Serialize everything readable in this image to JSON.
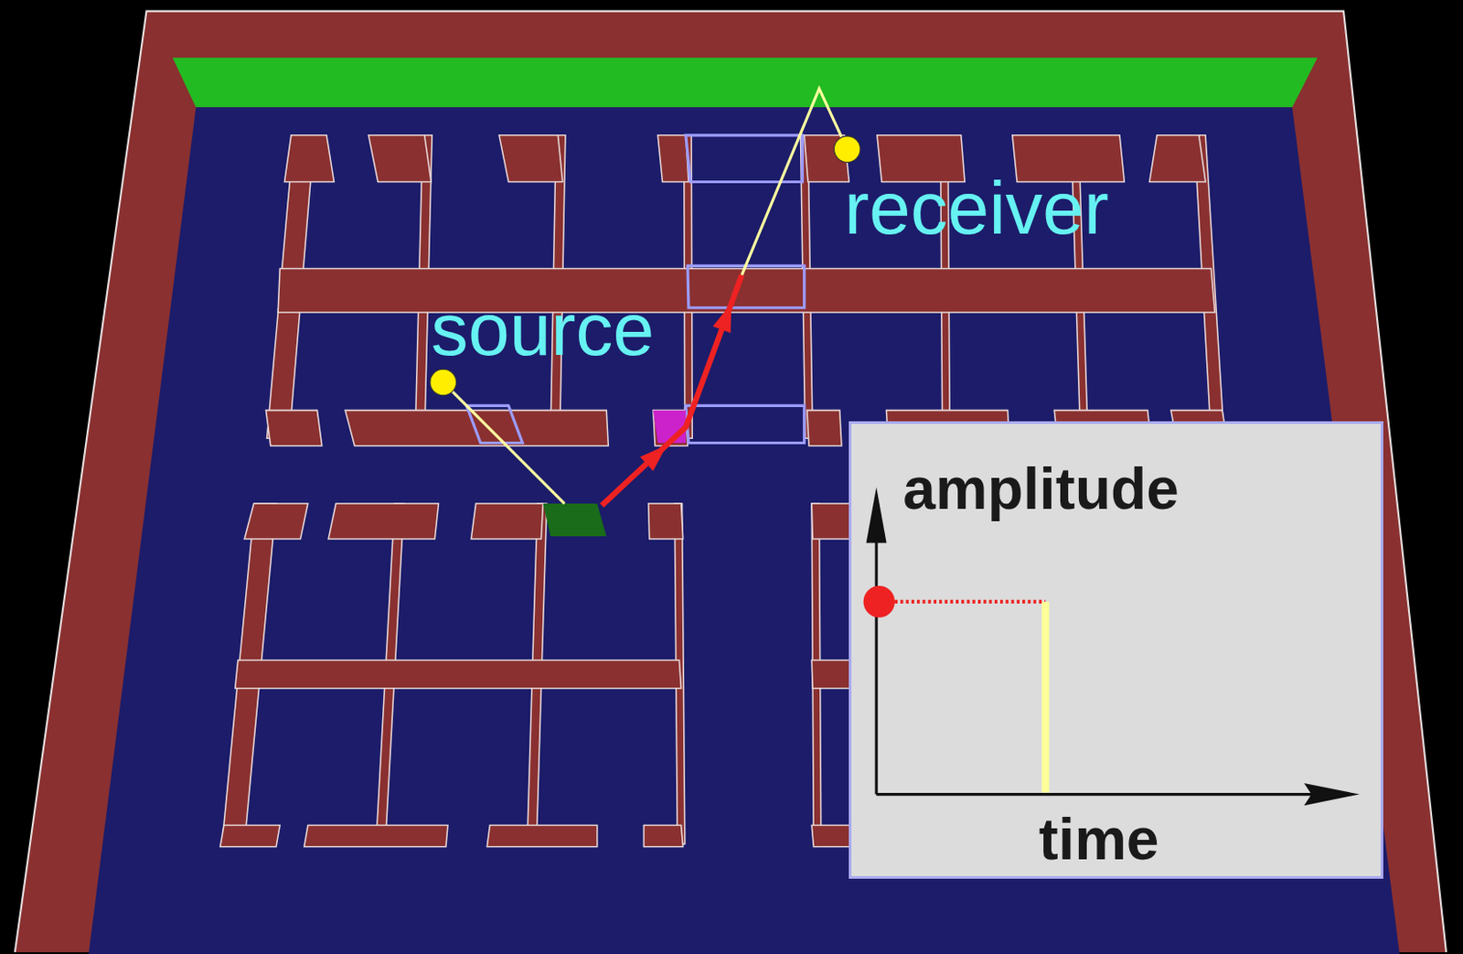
{
  "diagram": {
    "nodes": [
      {
        "text": [
          "amplitude",
          "time"
        ]
      }
    ],
    "labels": [
      "source",
      "receiver"
    ]
  }
}
